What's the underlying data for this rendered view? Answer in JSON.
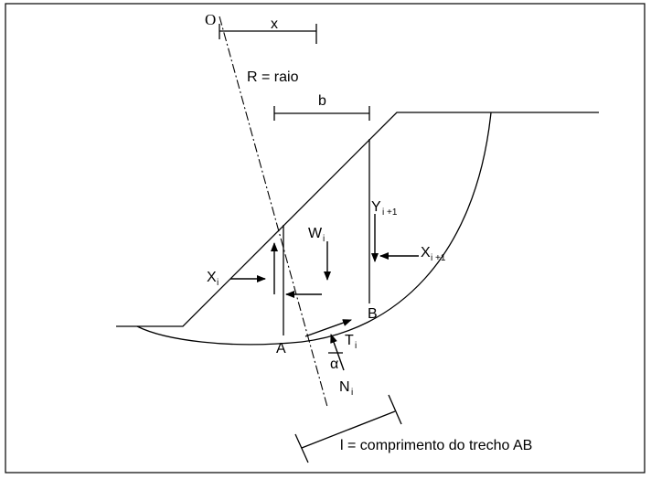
{
  "labels": {
    "origin": "O",
    "x": "x",
    "radius": "R = raio",
    "b": "b",
    "weight": "W",
    "weight_sub": "i",
    "y_next": "Y",
    "y_next_sub": "i +1",
    "x_i": "X",
    "x_i_sub": "i",
    "x_next": "X",
    "x_next_sub": "i +1",
    "point_a": "A",
    "point_b": "B",
    "shear": "T",
    "shear_sub": "i",
    "normal": "N",
    "normal_sub": "i",
    "angle": "α",
    "length_caption": "l = comprimento do trecho AB"
  }
}
